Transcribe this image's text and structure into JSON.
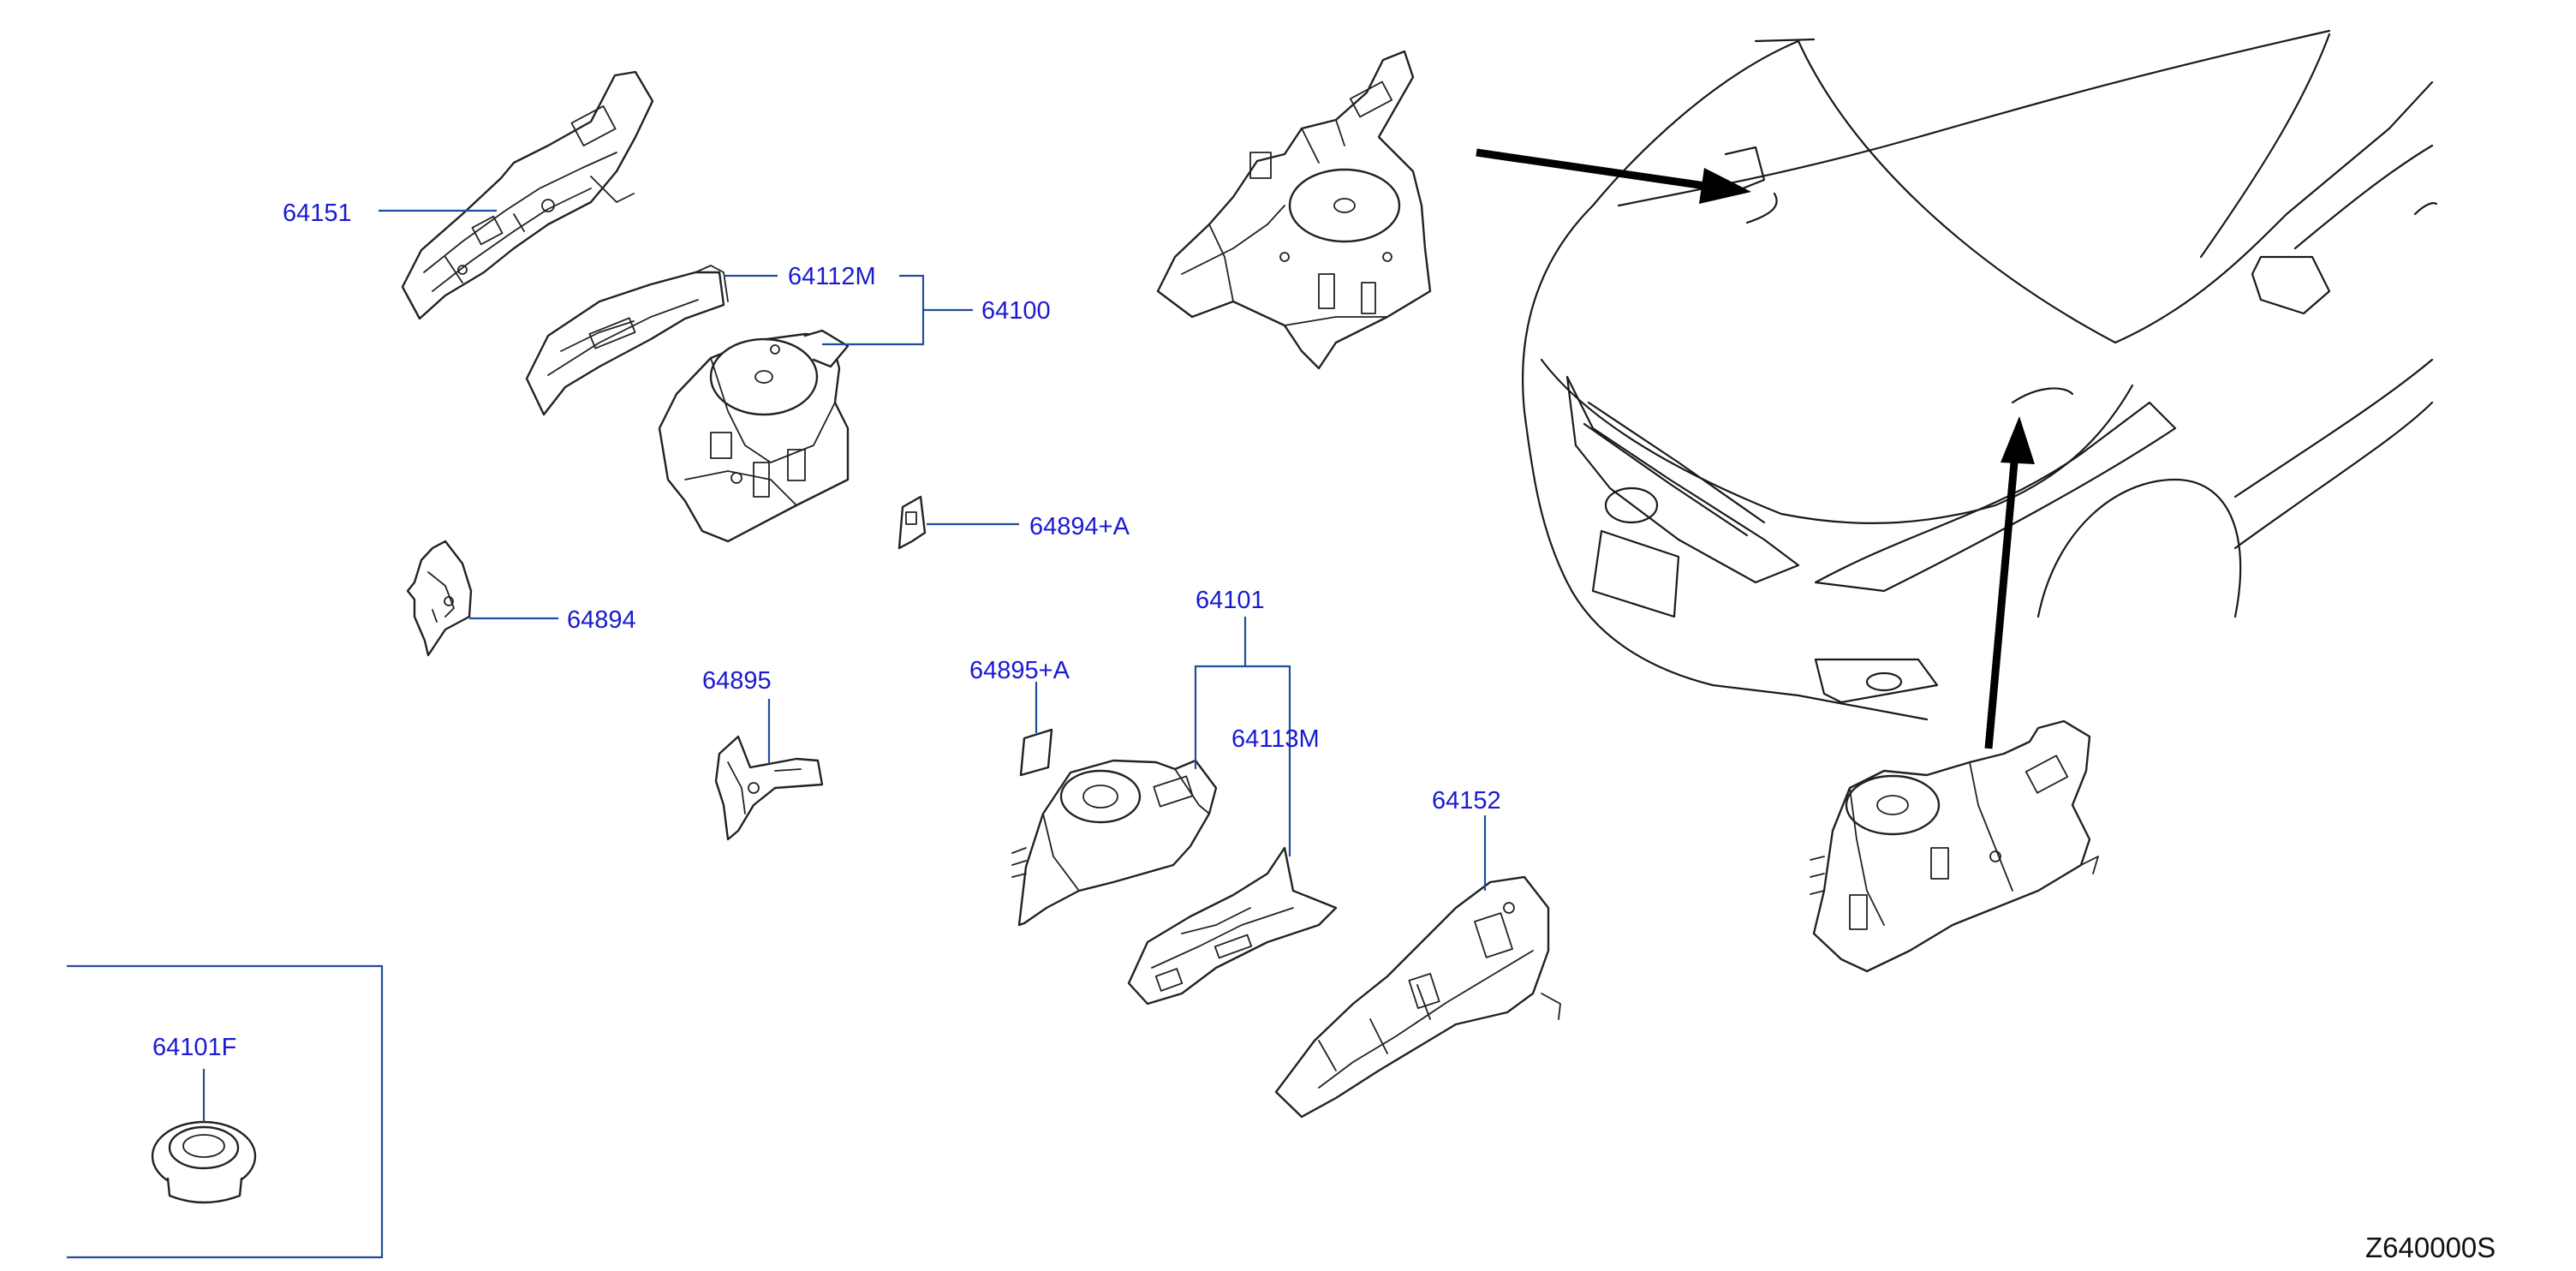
{
  "diagram_code": "Z640000S",
  "callouts": {
    "p64151": "64151",
    "p64112M": "64112M",
    "p64100": "64100",
    "p64894A": "64894+A",
    "p64894": "64894",
    "p64895": "64895",
    "p64895A": "64895+A",
    "p64101": "64101",
    "p64113M": "64113M",
    "p64152": "64152",
    "p64101F": "64101F"
  },
  "colors": {
    "callout_text": "#1a1ad0",
    "leader_line": "#1f4e9a",
    "part_outline": "#222222",
    "arrow": "#000000"
  }
}
